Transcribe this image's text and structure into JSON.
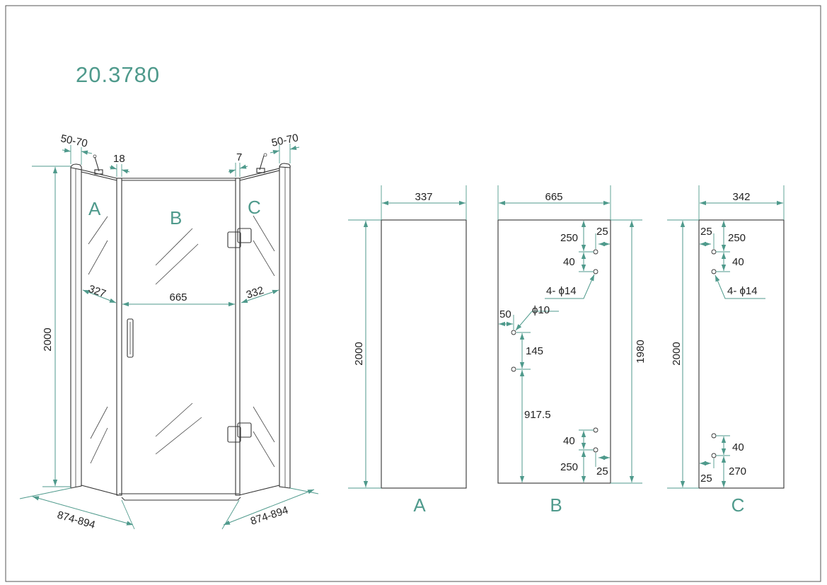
{
  "title": "20.3780",
  "colors": {
    "accent": "#4f9a8c",
    "line": "#333333"
  },
  "overview": {
    "panel_labels": [
      "A",
      "B",
      "C"
    ],
    "height": "2000",
    "wall_adjust_left": "50-70",
    "wall_adjust_right": "50-70",
    "gap_left": "18",
    "gap_right": "7",
    "width_a": "327",
    "width_b": "665",
    "width_c": "332",
    "depth_left": "874-894",
    "depth_right": "874-894"
  },
  "panel_a": {
    "label": "A",
    "width": "337",
    "height": "2000"
  },
  "panel_b": {
    "label": "B",
    "width": "665",
    "height": "1980",
    "top_offset": "250",
    "edge_offset_top": "25",
    "hinge_spacing_top": "40",
    "hinge_holes": "4- ϕ14",
    "handle_hole": "ϕ10",
    "handle_edge": "50",
    "handle_spacing": "145",
    "handle_bottom": "917.5",
    "hinge_spacing_bottom": "40",
    "bottom_offset": "250",
    "edge_offset_bottom": "25"
  },
  "panel_c": {
    "label": "C",
    "width": "342",
    "height": "2000",
    "edge_offset_top": "25",
    "top_offset": "250",
    "hinge_spacing_top": "40",
    "hinge_holes": "4- ϕ14",
    "hinge_spacing_bottom": "40",
    "bottom_offset": "270",
    "edge_offset_bottom": "25"
  }
}
